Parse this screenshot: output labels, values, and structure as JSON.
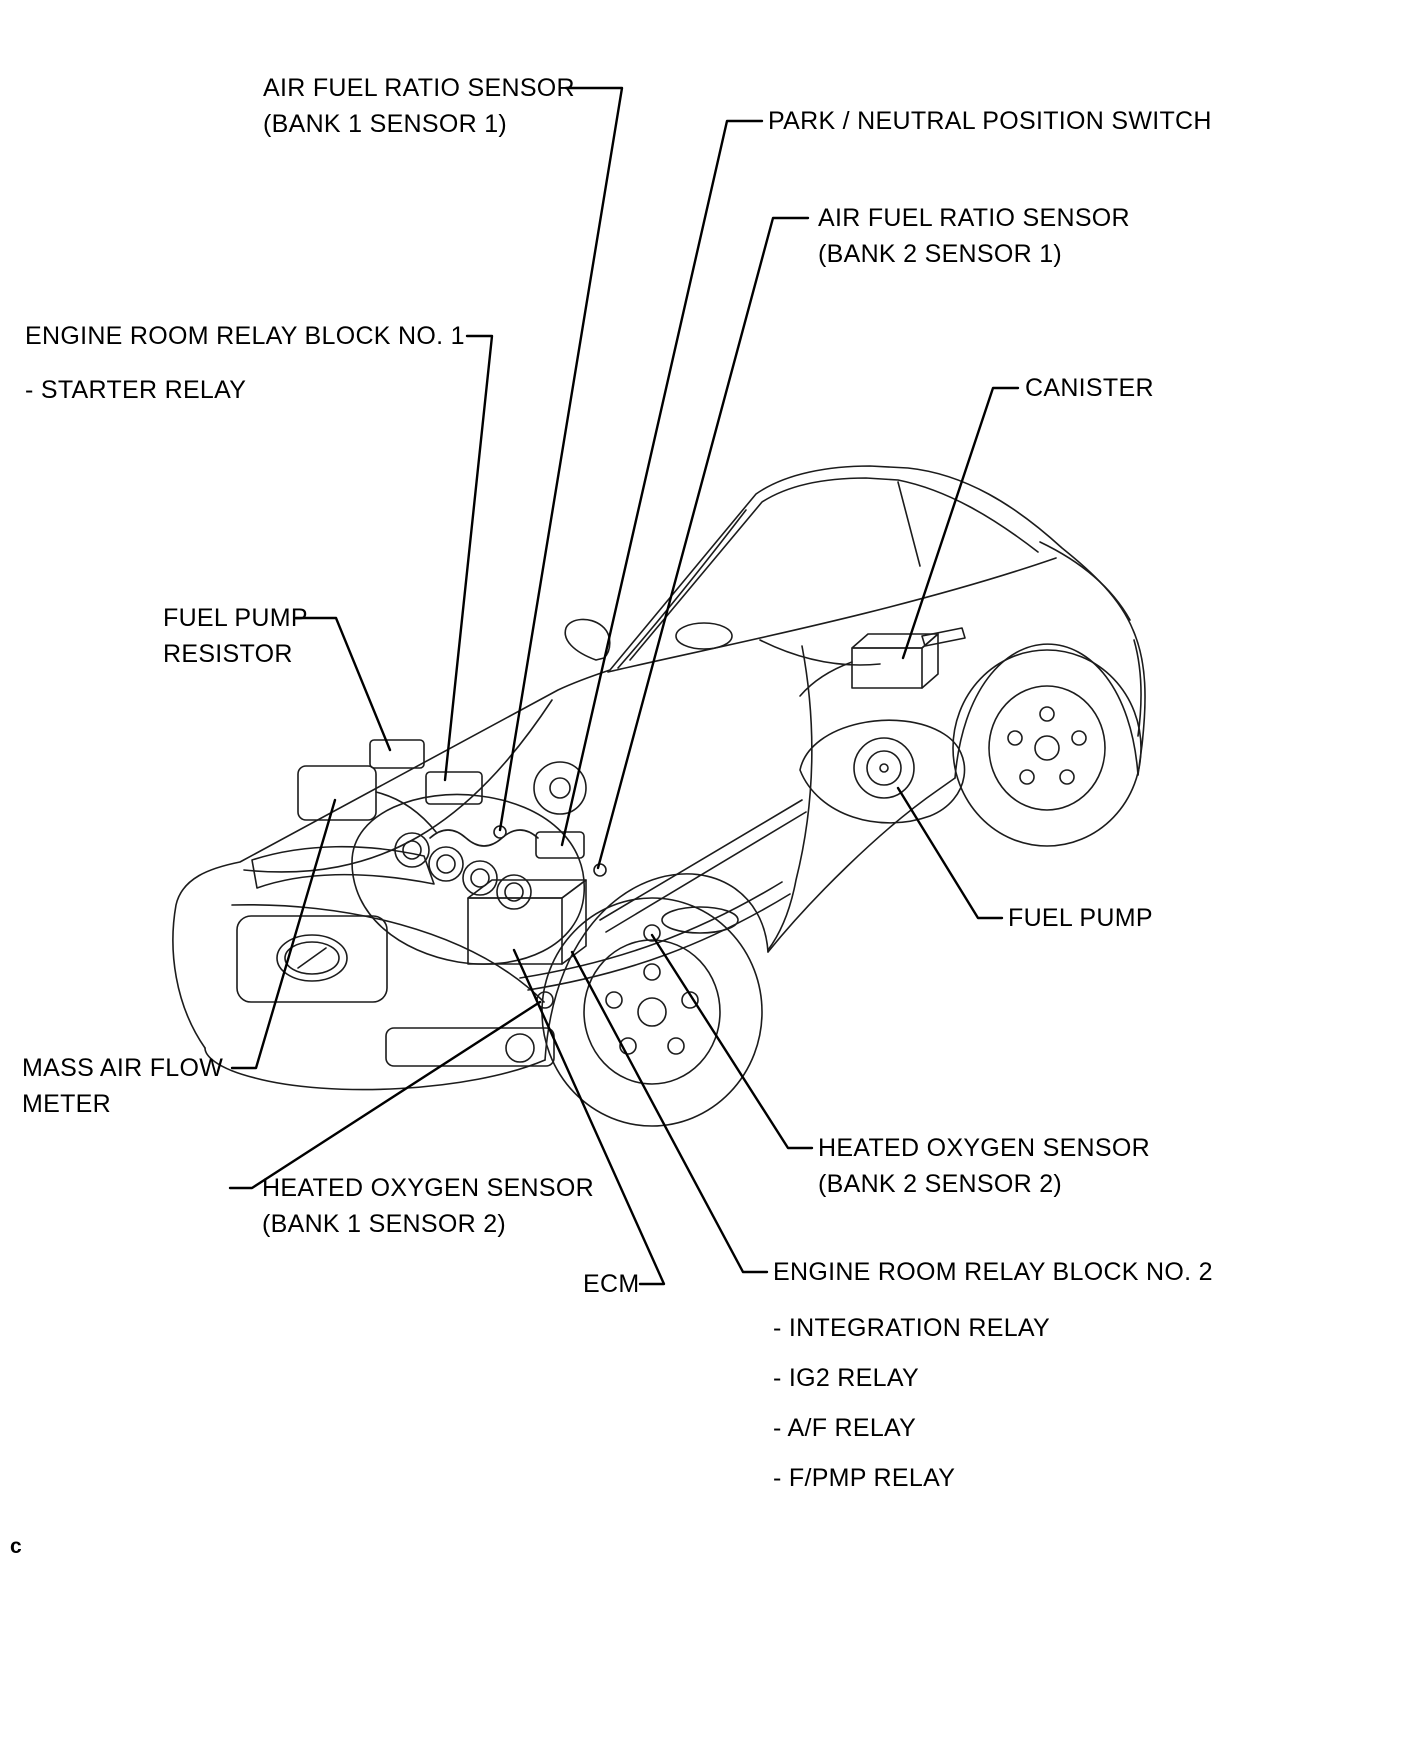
{
  "labels": {
    "afr_b1s1": {
      "line1": "AIR FUEL RATIO SENSOR",
      "line2": "(BANK 1 SENSOR 1)"
    },
    "pnp_switch": {
      "line1": "PARK / NEUTRAL POSITION SWITCH"
    },
    "afr_b2s1": {
      "line1": "AIR FUEL RATIO SENSOR",
      "line2": "(BANK 2 SENSOR 1)"
    },
    "relay_block_1": {
      "line1": "ENGINE ROOM RELAY BLOCK NO. 1",
      "line2": "- STARTER RELAY"
    },
    "canister": {
      "line1": "CANISTER"
    },
    "fuel_pump_resistor": {
      "line1": "FUEL PUMP",
      "line2": "RESISTOR"
    },
    "fuel_pump": {
      "line1": "FUEL PUMP"
    },
    "mass_air_flow_meter": {
      "line1": "MASS AIR FLOW",
      "line2": "METER"
    },
    "ho2s_b1s2": {
      "line1": "HEATED OXYGEN SENSOR",
      "line2": "(BANK 1 SENSOR 2)"
    },
    "ho2s_b2s2": {
      "line1": "HEATED OXYGEN SENSOR",
      "line2": "(BANK 2 SENSOR 2)"
    },
    "ecm": {
      "line1": "ECM"
    },
    "relay_block_2": {
      "line1": "ENGINE ROOM RELAY BLOCK NO. 2",
      "items": [
        "- INTEGRATION RELAY",
        "- IG2 RELAY",
        "- A/F RELAY",
        "- F/PMP RELAY"
      ]
    }
  },
  "page": {
    "caption": "c"
  },
  "colors": {
    "background": "#ffffff",
    "art_line": "#1c1c1c",
    "leader_line": "#000000",
    "text": "#000000"
  }
}
